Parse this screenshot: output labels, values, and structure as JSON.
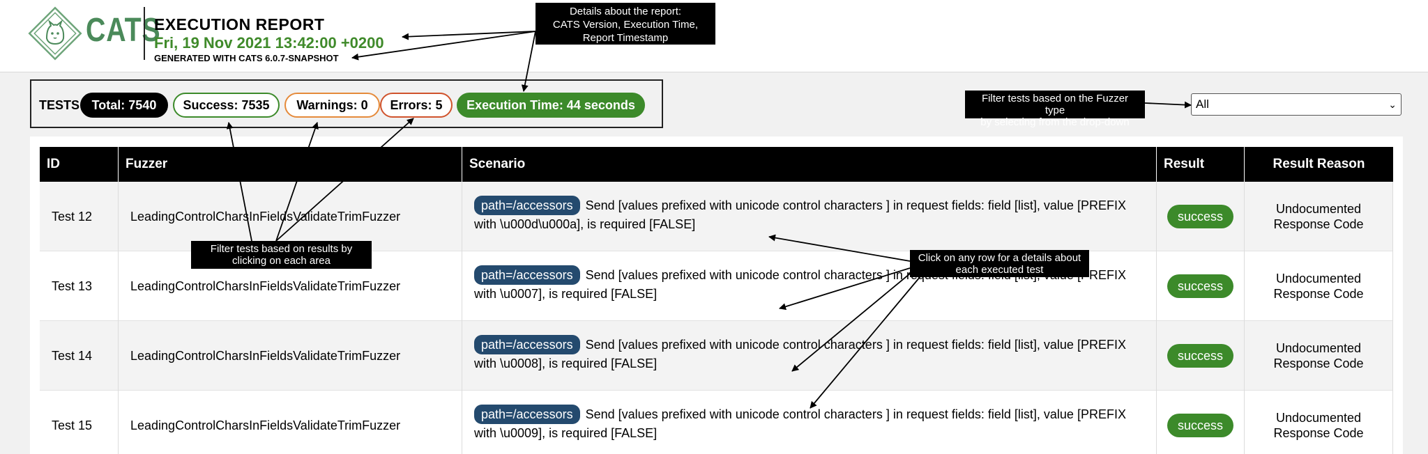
{
  "header": {
    "logo_text": "CATS",
    "title": "EXECUTION REPORT",
    "timestamp": "Fri, 19 Nov 2021 13:42:00 +0200",
    "generated": "GENERATED WITH CATS 6.0.7-SNAPSHOT"
  },
  "annotations": {
    "report_details": [
      "Details about the report:",
      "CATS Version, Execution Time,",
      "Report Timestamp"
    ],
    "filter_fuzzer": [
      "Filter tests based on the Fuzzer type",
      "by selecting from the drop-down"
    ],
    "filter_results": [
      "Filter tests based on results by",
      "clicking on each area"
    ],
    "row_details": [
      "Click on any row for a details about",
      "each executed test"
    ]
  },
  "summary": {
    "label": "TESTS",
    "total": "Total: 7540",
    "success": "Success: 7535",
    "warnings": "Warnings: 0",
    "errors": "Errors: 5",
    "execution_time": "Execution Time: 44 seconds"
  },
  "filter": {
    "selected": "All",
    "arrow_icon": "chevron-down-icon"
  },
  "table": {
    "headers": {
      "id": "ID",
      "fuzzer": "Fuzzer",
      "scenario": "Scenario",
      "result": "Result",
      "reason": "Result Reason"
    },
    "rows": [
      {
        "id": "Test 12",
        "fuzzer": "LeadingControlCharsInFieldsValidateTrimFuzzer",
        "path": "path=/accessors",
        "scenario": "Send [values prefixed with unicode control characters ] in request fields: field [list], value [PREFIX with \\u000d\\u000a], is required [FALSE]",
        "result": "success",
        "reason_1": "Undocumented",
        "reason_2": "Response Code"
      },
      {
        "id": "Test 13",
        "fuzzer": "LeadingControlCharsInFieldsValidateTrimFuzzer",
        "path": "path=/accessors",
        "scenario": "Send [values prefixed with unicode control characters ] in request fields: field [list], value [PREFIX with \\u0007], is required [FALSE]",
        "result": "success",
        "reason_1": "Undocumented",
        "reason_2": "Response Code"
      },
      {
        "id": "Test 14",
        "fuzzer": "LeadingControlCharsInFieldsValidateTrimFuzzer",
        "path": "path=/accessors",
        "scenario": "Send [values prefixed with unicode control characters ] in request fields: field [list], value [PREFIX with \\u0008], is required [FALSE]",
        "result": "success",
        "reason_1": "Undocumented",
        "reason_2": "Response Code"
      },
      {
        "id": "Test 15",
        "fuzzer": "LeadingControlCharsInFieldsValidateTrimFuzzer",
        "path": "path=/accessors",
        "scenario": "Send [values prefixed with unicode control characters ] in request fields: field [list], value [PREFIX with \\u0009], is required [FALSE]",
        "result": "success",
        "reason_1": "Undocumented",
        "reason_2": "Response Code"
      }
    ]
  },
  "colors": {
    "brand_green": "#3c8a2a",
    "logo_green": "#4b8a5a",
    "path_blue": "#244a6e",
    "warning_orange": "#e58a3a",
    "error_red": "#d0532c"
  }
}
